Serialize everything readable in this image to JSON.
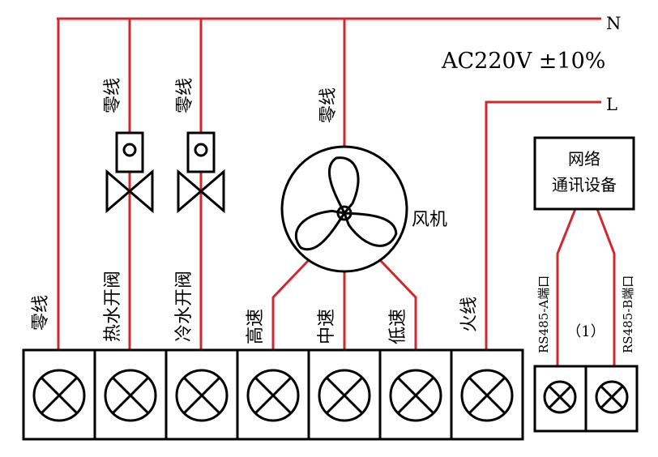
{
  "power": {
    "neutral_label": "N",
    "live_label": "L",
    "voltage_label": "AC220V ±10%"
  },
  "device_labels": {
    "hot_valve_neutral": "零线",
    "cold_valve_neutral": "零线",
    "fan_neutral": "零线",
    "fan": "风机"
  },
  "network": {
    "line1": "网络",
    "line2": "通讯设备",
    "port_a": "RS485-A端口",
    "port_b": "RS485-B端口",
    "group_marker": "（1）"
  },
  "terminals": [
    {
      "label": "零线"
    },
    {
      "label": "热水开阀"
    },
    {
      "label": "冷水开阀"
    },
    {
      "label": "高速"
    },
    {
      "label": "中速"
    },
    {
      "label": "低速"
    },
    {
      "label": "火线"
    }
  ],
  "colors": {
    "wire": "#d0282e",
    "outline": "#000000",
    "background": "#ffffff"
  }
}
